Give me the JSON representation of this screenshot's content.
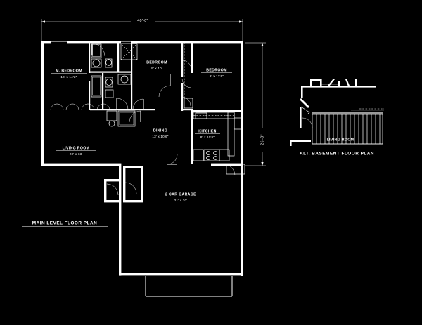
{
  "drawing": {
    "background_color": "#000000",
    "line_color": "#ffffff",
    "type": "architectural-floor-plan"
  },
  "main_plan": {
    "title": "MAIN LEVEL FLOOR PLAN",
    "overall_width_dim": "40'-0\"",
    "overall_depth_dim": "26'-0\"",
    "rooms": [
      {
        "id": "master-bedroom",
        "name": "M. BEDROOM",
        "dim": "10' x 14'2\""
      },
      {
        "id": "bedroom-2",
        "name": "BEDROOM",
        "dim": "9' x 10'"
      },
      {
        "id": "bedroom-3",
        "name": "BEDROOM",
        "dim": "9' x 12'6\""
      },
      {
        "id": "living-room",
        "name": "LIVING ROOM",
        "dim": "20' x 13'"
      },
      {
        "id": "dining",
        "name": "DINING",
        "dim": "13' x 10'6\""
      },
      {
        "id": "kitchen",
        "name": "KITCHEN",
        "dim": "8' x 10'6\""
      },
      {
        "id": "garage",
        "name": "2 CAR GARAGE",
        "dim": "21' x 20'"
      }
    ]
  },
  "basement_plan": {
    "title": "ALT. BASEMENT FLOOR PLAN",
    "rooms": [
      {
        "id": "basement-living-room",
        "name": "LIVING ROOM",
        "dim": ""
      }
    ]
  }
}
